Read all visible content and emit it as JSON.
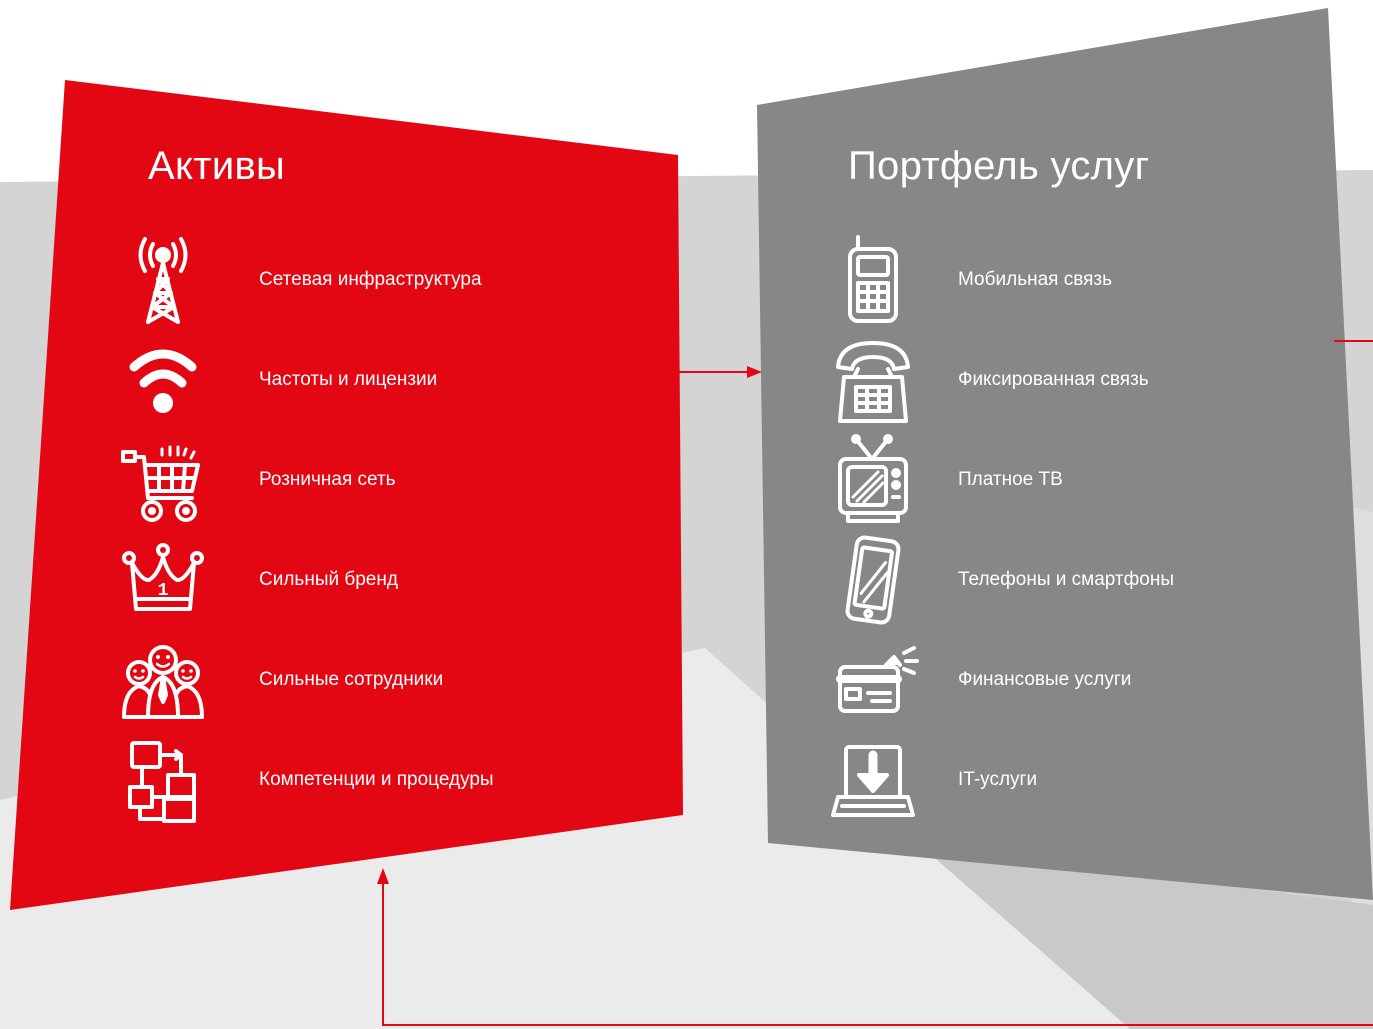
{
  "colors": {
    "assets_panel": "#e30613",
    "services_panel": "#878787",
    "arrow": "#e30613",
    "text": "#ffffff"
  },
  "assets": {
    "title": "Активы",
    "items": [
      {
        "label": "Сетевая инфраструктура",
        "icon": "cell-tower-icon"
      },
      {
        "label": "Частоты и лицензии",
        "icon": "wifi-signal-icon"
      },
      {
        "label": "Розничная сеть",
        "icon": "shopping-cart-icon"
      },
      {
        "label": "Сильный бренд",
        "icon": "crown-icon",
        "badge": "1"
      },
      {
        "label": "Сильные сотрудники",
        "icon": "team-icon"
      },
      {
        "label": "Компетенции и процедуры",
        "icon": "process-blocks-icon"
      }
    ]
  },
  "services": {
    "title": "Портфель услуг",
    "items": [
      {
        "label": "Мобильная связь",
        "icon": "mobile-phone-icon"
      },
      {
        "label": "Фиксированная связь",
        "icon": "landline-phone-icon"
      },
      {
        "label": "Платное ТВ",
        "icon": "tv-icon"
      },
      {
        "label": "Телефоны и смартфоны",
        "icon": "smartphone-icon"
      },
      {
        "label": "Финансовые услуги",
        "icon": "credit-card-icon"
      },
      {
        "label": "IT-услуги",
        "icon": "laptop-download-icon"
      }
    ]
  }
}
